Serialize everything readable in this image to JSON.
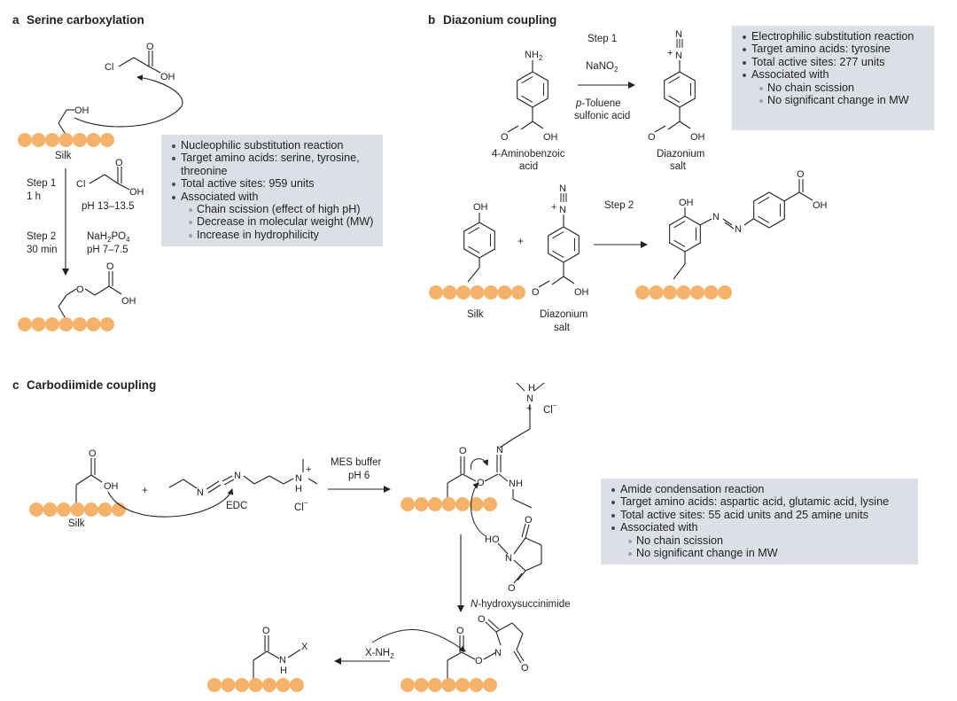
{
  "panels": {
    "a": {
      "letter": "a",
      "title": "Serine carboxylation"
    },
    "b": {
      "letter": "b",
      "title": "Diazonium coupling"
    },
    "c": {
      "letter": "c",
      "title": "Carbodiimide coupling"
    }
  },
  "atoms": {
    "oh": "OH",
    "o": "O",
    "cl": "Cl",
    "n": "N",
    "h": "H",
    "plus": "+",
    "minus": "−",
    "nh2": "NH",
    "sub2": "2",
    "sub4": "4",
    "nmin": "N",
    "nhx": "N",
    "x": "X"
  },
  "panel_a": {
    "silk": "Silk",
    "step1": "Step 1",
    "step1_time": "1 h",
    "ph1": "pH 13–13.5",
    "step2": "Step 2",
    "step2_time": "30 min",
    "reagent2_base": "NaH",
    "reagent2_p": "PO",
    "ph2": "pH 7–7.5",
    "box": [
      {
        "text": "Nucleophilic substitution reaction",
        "sub": false
      },
      {
        "text": "Target amino acids: serine, tyrosine, threonine",
        "sub": false
      },
      {
        "text": "Total active sites: 959 units",
        "sub": false
      },
      {
        "text": "Associated with",
        "sub": false
      },
      {
        "text": "Chain scission (effect of high pH)",
        "sub": true
      },
      {
        "text": "Decrease in molecular weight (MW)",
        "sub": true
      },
      {
        "text": "Increase in hydrophilicity",
        "sub": true
      }
    ]
  },
  "panel_b": {
    "step1": "Step 1",
    "nano2": "NaNO",
    "ptol_italic": "p",
    "ptol_rest": "-Toluene",
    "sulfonic": "sulfonic acid",
    "amino_line1": "4-Aminobenzoic",
    "amino_line2": "acid",
    "diaz_line1": "Diazonium",
    "diaz_line2": "salt",
    "step2": "Step 2",
    "silk": "Silk",
    "box": [
      {
        "text": "Electrophilic substitution reaction",
        "sub": false
      },
      {
        "text": "Target amino acids: tyrosine",
        "sub": false
      },
      {
        "text": "Total active sites: 277 units",
        "sub": false
      },
      {
        "text": "Associated with",
        "sub": false
      },
      {
        "text": "No chain scission",
        "sub": true
      },
      {
        "text": "No significant change in MW",
        "sub": true
      }
    ]
  },
  "panel_c": {
    "silk": "Silk",
    "edc": "EDC",
    "mes1": "MES buffer",
    "mes2": "pH 6",
    "nhs_italic": "N",
    "nhs_rest": "-hydroxysuccinimide",
    "xnh2": "X-NH",
    "box": [
      {
        "text": "Amide condensation reaction",
        "sub": false
      },
      {
        "text": "Target amino acids: aspartic acid, glutamic acid, lysine",
        "sub": false
      },
      {
        "text": "Total active sites: 55 acid units and 25 amine units",
        "sub": false
      },
      {
        "text": "Associated with",
        "sub": false
      },
      {
        "text": "No chain scission",
        "sub": true
      },
      {
        "text": "No significant change in MW",
        "sub": true
      }
    ]
  },
  "colors": {
    "bead": "#f5b26b",
    "box": "#dcdfe6",
    "ink": "#222222",
    "bullet": "#3d4a5c",
    "subbullet": "#9aa0ac"
  }
}
